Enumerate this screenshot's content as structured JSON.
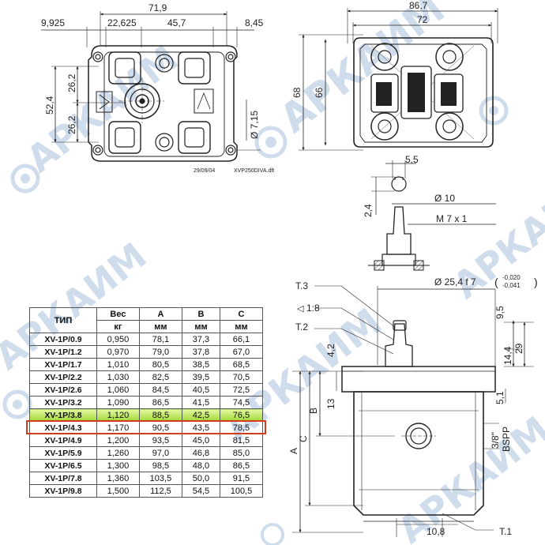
{
  "watermark": {
    "text": "АРКАИМ",
    "color": "#cfdcec"
  },
  "front_view": {
    "dims": {
      "width": "71,9",
      "left_offset": "9,925",
      "port_offset": "22,625",
      "port_spacing": "45,7",
      "right_offset": "8,45",
      "height": "52,4",
      "upper": "26,2",
      "lower": "26,2",
      "hole": "Ø 7,15"
    },
    "codes": {
      "date_code": "29/09/04",
      "drawing_no": "XVP250DIVA.dft"
    }
  },
  "side_view": {
    "dims": {
      "width": "86,7",
      "inner_width": "72",
      "height": "68",
      "inner_height": "66"
    }
  },
  "shaft_detail": {
    "dims": {
      "key_width": "5,5",
      "key_depth": "2,4",
      "diameter": "Ø 10",
      "thread": "M 7 x 1"
    }
  },
  "profile_view": {
    "labels": {
      "t3": "T.3",
      "taper": "1:8",
      "t2": "T.2",
      "t1": "T.1",
      "a": "A",
      "b": "B",
      "c": "C"
    },
    "dims": {
      "pilot": "Ø 25,4 f 7",
      "tol_upper": "-0,020",
      "tol_lower": "-0,041",
      "d95": "9,5",
      "d29": "29",
      "d144": "14,4",
      "d42": "4,2",
      "d51": "5,1",
      "d13": "13",
      "port": "3/8\"",
      "port_std": "BSPP",
      "d108": "10,8"
    }
  },
  "table": {
    "headers": {
      "type": "ТИП",
      "weight": "Вес",
      "a": "A",
      "b": "B",
      "c": "C"
    },
    "units": {
      "weight": "кг",
      "a": "мм",
      "b": "мм",
      "c": "мм"
    },
    "highlight_color": "#d23c1e",
    "rows": [
      {
        "model": "XV-1P/0.9",
        "weight": "0,950",
        "a": "78,1",
        "b": "37,3",
        "c": "66,1"
      },
      {
        "model": "XV-1P/1.2",
        "weight": "0,970",
        "a": "79,0",
        "b": "37,8",
        "c": "67,0"
      },
      {
        "model": "XV-1P/1.7",
        "weight": "1,010",
        "a": "80,5",
        "b": "38,5",
        "c": "68,5"
      },
      {
        "model": "XV-1P/2.2",
        "weight": "1,030",
        "a": "82,5",
        "b": "39,5",
        "c": "70,5"
      },
      {
        "model": "XV-1P/2.6",
        "weight": "1,060",
        "a": "84,5",
        "b": "40,5",
        "c": "72,5"
      },
      {
        "model": "XV-1P/3.2",
        "weight": "1,090",
        "a": "86,5",
        "b": "41,5",
        "c": "74,5"
      },
      {
        "model": "XV-1P/3.8",
        "weight": "1,120",
        "a": "88,5",
        "b": "42,5",
        "c": "76,5",
        "highlighted": true
      },
      {
        "model": "XV-1P/4.3",
        "weight": "1,170",
        "a": "90,5",
        "b": "43,5",
        "c": "78,5"
      },
      {
        "model": "XV-1P/4.9",
        "weight": "1,200",
        "a": "93,5",
        "b": "45,0",
        "c": "81,5"
      },
      {
        "model": "XV-1P/5.9",
        "weight": "1,260",
        "a": "97,0",
        "b": "46,8",
        "c": "85,0"
      },
      {
        "model": "XV-1P/6.5",
        "weight": "1,300",
        "a": "98,5",
        "b": "48,0",
        "c": "86,5"
      },
      {
        "model": "XV-1P/7.8",
        "weight": "1,360",
        "a": "103,5",
        "b": "50,0",
        "c": "91,5"
      },
      {
        "model": "XV-1P/9.8",
        "weight": "1,500",
        "a": "112,5",
        "b": "54,5",
        "c": "100,5"
      }
    ]
  }
}
